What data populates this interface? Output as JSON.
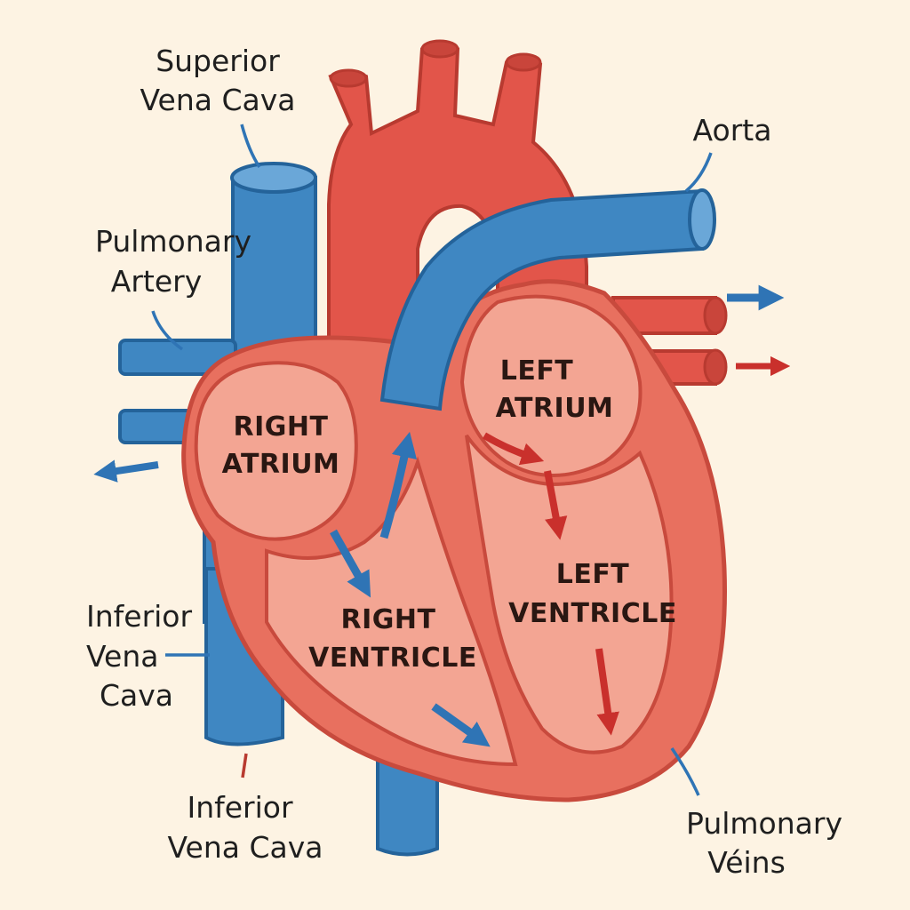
{
  "labels": {
    "superior_vena_cava": [
      "Superior",
      "Vena Cava"
    ],
    "aorta": [
      "Aorta"
    ],
    "pulmonary_artery": [
      "Pulmonary",
      "Artery"
    ],
    "inferior_vena_cava_left": [
      "Inferior",
      "Vena",
      "Cava"
    ],
    "inferior_vena_cava_bottom": [
      "Inferior",
      "Vena Cava"
    ],
    "pulmonary_veins": [
      "Pulmonary",
      "Véins"
    ]
  },
  "chambers": {
    "right_atrium": [
      "RIGHT",
      "ATRIUM"
    ],
    "left_atrium": [
      "LEFT",
      "ATRIUM"
    ],
    "right_ventricle": [
      "RIGHT",
      "VENTRICLE"
    ],
    "left_ventricle": [
      "LEFT",
      "VENTRICLE"
    ]
  },
  "colors": {
    "background": "#fdf3e3",
    "oxygenated_red": "#e2554a",
    "red_dark": "#b83a30",
    "heart_wall": "#e8705f",
    "chamber_fill": "#f3a593",
    "deoxygenated_blue": "#3f87c2",
    "blue_dark": "#24639a",
    "arrow_red": "#c9302c",
    "arrow_blue": "#2f74b5"
  }
}
